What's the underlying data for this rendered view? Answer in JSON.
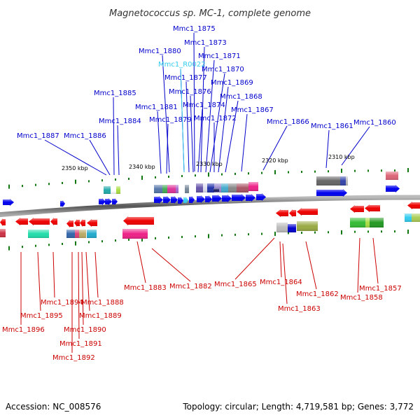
{
  "title": "Magnetococcus sp. MC-1, complete genome",
  "footer": {
    "accession": "Accession: NC_008576",
    "topology": "Topology: circular; Length: 4,719,581 bp; Genes: 3,772"
  },
  "colors": {
    "forward": "#0000ee",
    "reverse": "#ee0000",
    "rna": "#33ccee",
    "backbone": "#888888",
    "tick": "#117711"
  },
  "scale_labels": [
    "2350 kbp",
    "2340 kbp",
    "2330 kbp",
    "2320 kbp",
    "2310 kbp"
  ],
  "forward_genes": [
    "Mmc1_1875",
    "Mmc1_1873",
    "Mmc1_1880",
    "Mmc1_1871",
    "Mmc1_R0022",
    "Mmc1_1870",
    "Mmc1_1877",
    "Mmc1_1869",
    "Mmc1_1885",
    "Mmc1_1876",
    "Mmc1_1868",
    "Mmc1_1881",
    "Mmc1_1874",
    "Mmc1_1867",
    "Mmc1_1884",
    "Mmc1_1879",
    "Mmc1_1872",
    "Mmc1_1866",
    "Mmc1_1861",
    "Mmc1_1860",
    "Mmc1_1887",
    "Mmc1_1886"
  ],
  "reverse_genes": [
    "Mmc1_1883",
    "Mmc1_1882",
    "Mmc1_1865",
    "Mmc1_1864",
    "Mmc1_1857",
    "Mmc1_1862",
    "Mmc1_1858",
    "Mmc1_1894",
    "Mmc1_1888",
    "Mmc1_1895",
    "Mmc1_1889",
    "Mmc1_1863",
    "Mmc1_1896",
    "Mmc1_1890",
    "Mmc1_1891",
    "Mmc1_1892"
  ]
}
